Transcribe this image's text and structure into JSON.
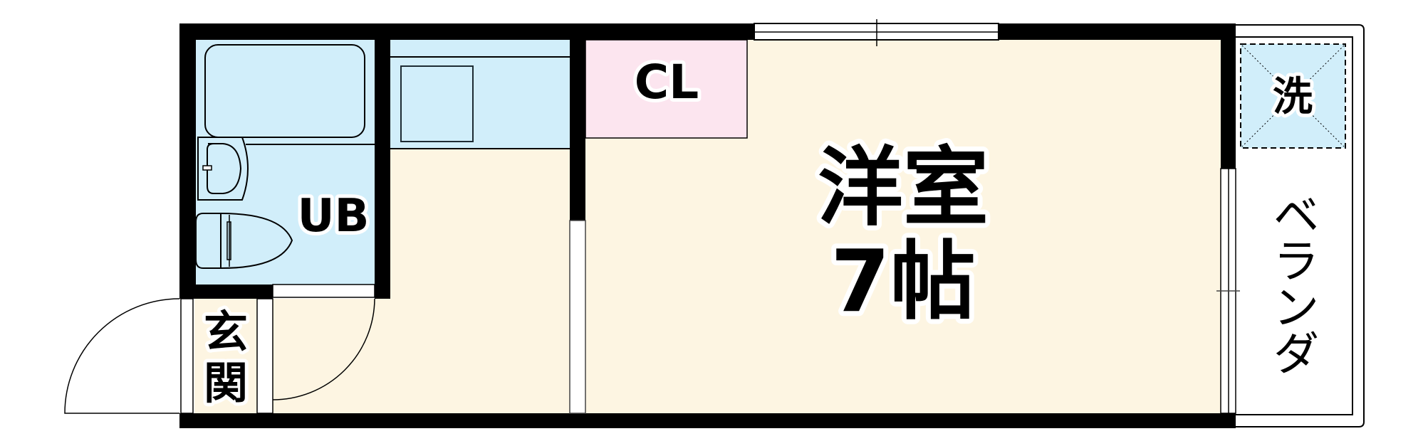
{
  "plan": {
    "rooms": {
      "unit_bath": {
        "label": "UB"
      },
      "closet": {
        "label": "CL"
      },
      "western_room": {
        "label": "洋室",
        "size": "7帖"
      },
      "entrance": {
        "label": "玄関"
      },
      "washer": {
        "label": "洗"
      },
      "balcony": {
        "label": "ベランダ"
      }
    },
    "colors": {
      "wet_area": "#d1eefa",
      "floor": "#fdf5e2",
      "closet": "#fce5ef",
      "wall": "#000000",
      "balcony": "#ffffff"
    }
  }
}
